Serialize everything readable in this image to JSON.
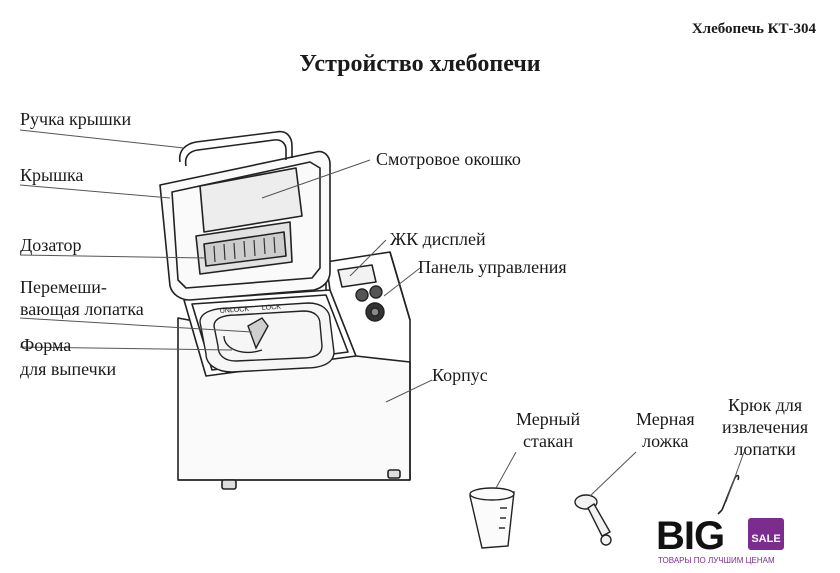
{
  "header": {
    "model": "Хлебопечь КТ-304",
    "title": "Устройство хлебопечи"
  },
  "labels": {
    "lid_handle": "Ручка крышки",
    "lid": "Крышка",
    "dispenser": "Дозатор",
    "paddle_line1": "Перемеши-",
    "paddle_line2": "вающая лопатка",
    "pan_line1": "Форма",
    "pan_line2": "для выпечки",
    "window": "Смотровое окошко",
    "lcd": "ЖК дисплей",
    "control_panel": "Панель управления",
    "body": "Корпус",
    "pan_lock_unlock": "UNLOCK",
    "pan_lock_lock": "LOCK"
  },
  "accessories": {
    "cup_line1": "Мерный",
    "cup_line2": "стакан",
    "spoon_line1": "Мерная",
    "spoon_line2": "ложка",
    "hook_line1": "Крюк для",
    "hook_line2": "извлечения",
    "hook_line3": "лопатки"
  },
  "logo": {
    "brand": "BIG",
    "badge": "SALE",
    "tagline": "ТОВАРЫ ПО ЛУЧШИМ ЦЕНАМ",
    "badge_color": "#7b2c8e"
  }
}
